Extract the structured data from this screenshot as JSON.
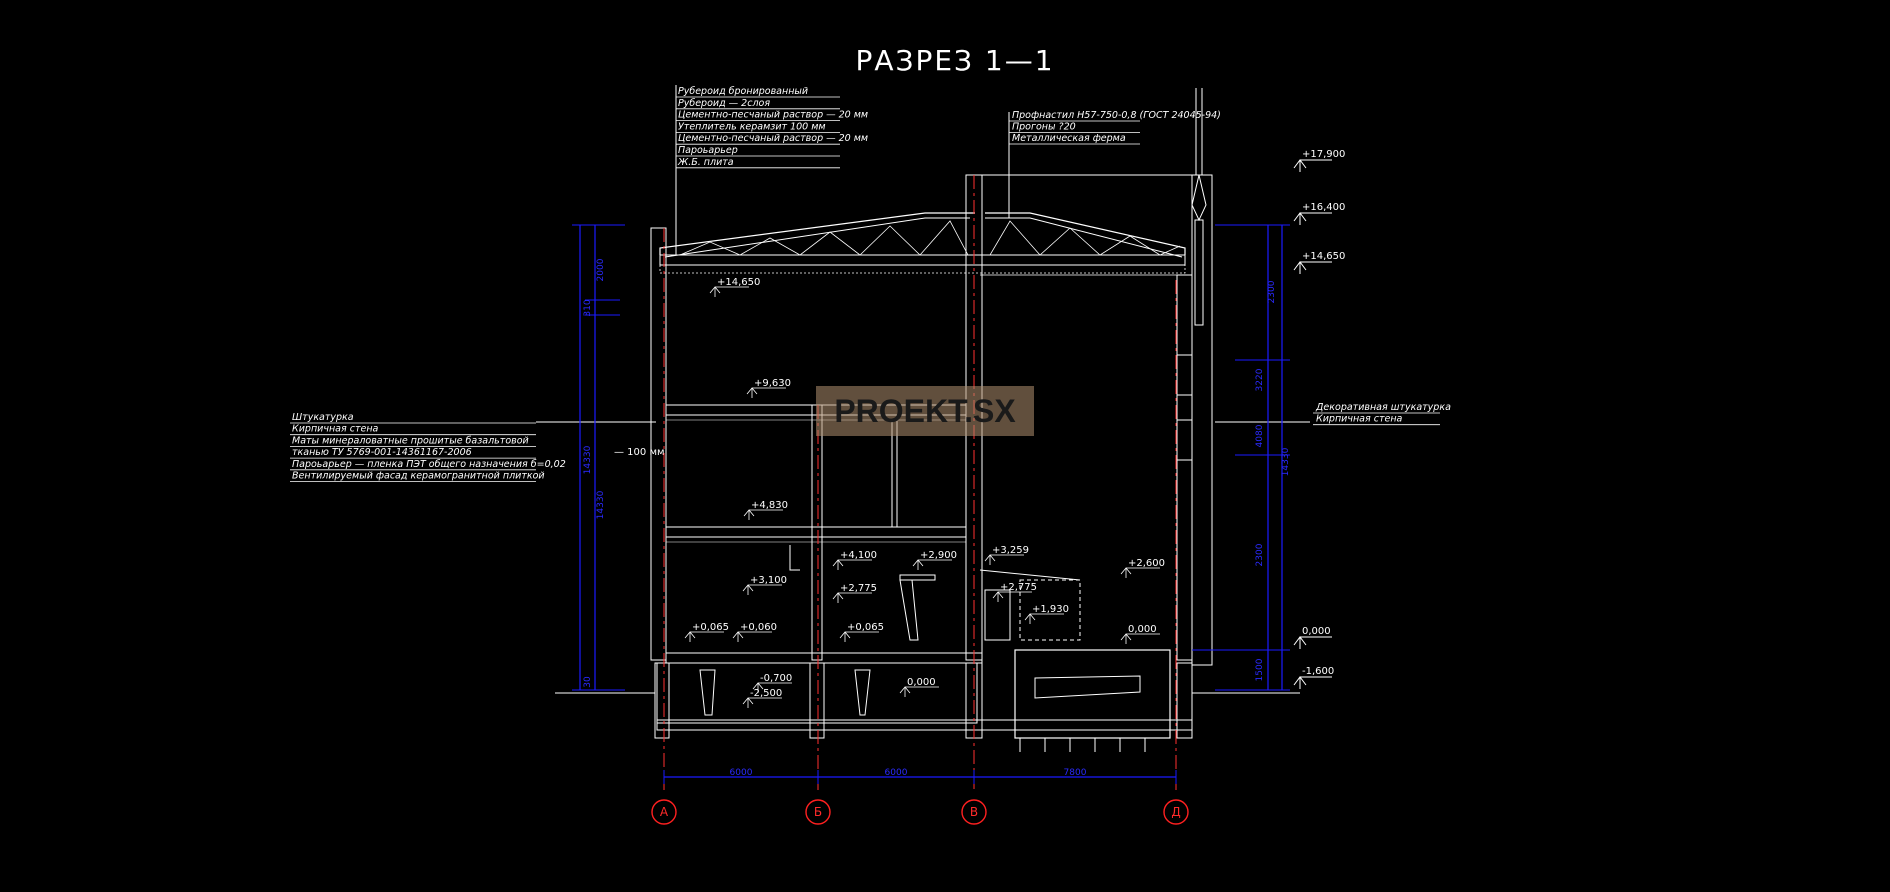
{
  "title": "РАЗРЕЗ 1—1",
  "roof_layers": [
    "Рубероид бронированный",
    "Рубероид — 2слоя",
    "Цементно-песчаный раствор — 20 мм",
    "Утеплитель керамзит 100 мм",
    "Цементно-песчаный раствор — 20 мм",
    "Пароьарьер",
    "Ж.Б. плита"
  ],
  "roof_right_layers": [
    "Профнастил Н57-750-0,8 (ГОСТ 24045-94)",
    "Прогоны ?20",
    "Металлическая ферма"
  ],
  "wall_left_layers": [
    "Штукатурка",
    "Кирпичная стена",
    "Маты минераловатные прошитые базальтовой",
    "тканью ТУ 5769-001-14361167-2006",
    "Пароьарьер — пленка ПЭТ общего назначения б=0,02",
    "Вентилируемый фасад керамогранитной плиткой"
  ],
  "wall_right_layers": [
    "Декоративная штукатурка",
    "Кирпичная стена"
  ],
  "wall_thickness_note": "— 100 мм",
  "levels_right": [
    "+17,900",
    "+16,400",
    "+14,650",
    "0,000",
    "-1,600"
  ],
  "levels_inner": [
    "+14,650",
    "+9,630",
    "+4,830",
    "+4,100",
    "+3,100",
    "+2,775",
    "+2,900",
    "+3,259",
    "+2,775",
    "+1,930",
    "+2,600",
    "+0,065",
    "+0,060",
    "+0,065",
    "0,000",
    "-0,700",
    "-2,500",
    "0,000"
  ],
  "dimensions_bottom": [
    "6000",
    "6000",
    "7800"
  ],
  "dimensions_left": [
    "2000",
    "310",
    "14330",
    "14330",
    "30"
  ],
  "dimensions_right": [
    "2300",
    "3220",
    "4080",
    "14330",
    "2300",
    "1500"
  ],
  "axes": [
    "А",
    "Б",
    "В",
    "Д"
  ],
  "watermark": "PROEKT.SX",
  "colors": {
    "background": "#000000",
    "lines": "#ffffff",
    "dimensions": "#1a1aff",
    "axes": "#ff2020",
    "watermark_bg": "#b09070"
  }
}
